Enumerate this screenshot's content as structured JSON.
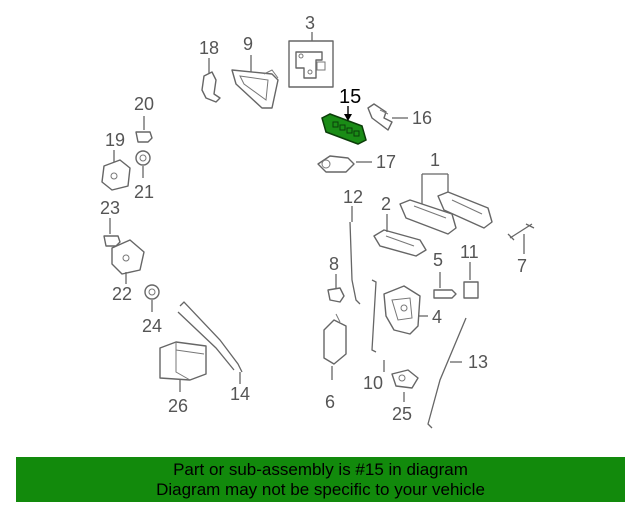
{
  "diagram": {
    "highlight_part": "15",
    "highlight_color": "#1a8c16",
    "callouts": [
      "1",
      "2",
      "3",
      "4",
      "5",
      "6",
      "7",
      "8",
      "9",
      "10",
      "11",
      "12",
      "13",
      "14",
      "15",
      "16",
      "17",
      "18",
      "19",
      "20",
      "21",
      "22",
      "23",
      "24",
      "25",
      "26"
    ]
  },
  "banner": {
    "line1": "Part or sub-assembly is #15 in diagram",
    "line2": "Diagram may not be specific to your vehicle",
    "background": "#128a0c"
  }
}
